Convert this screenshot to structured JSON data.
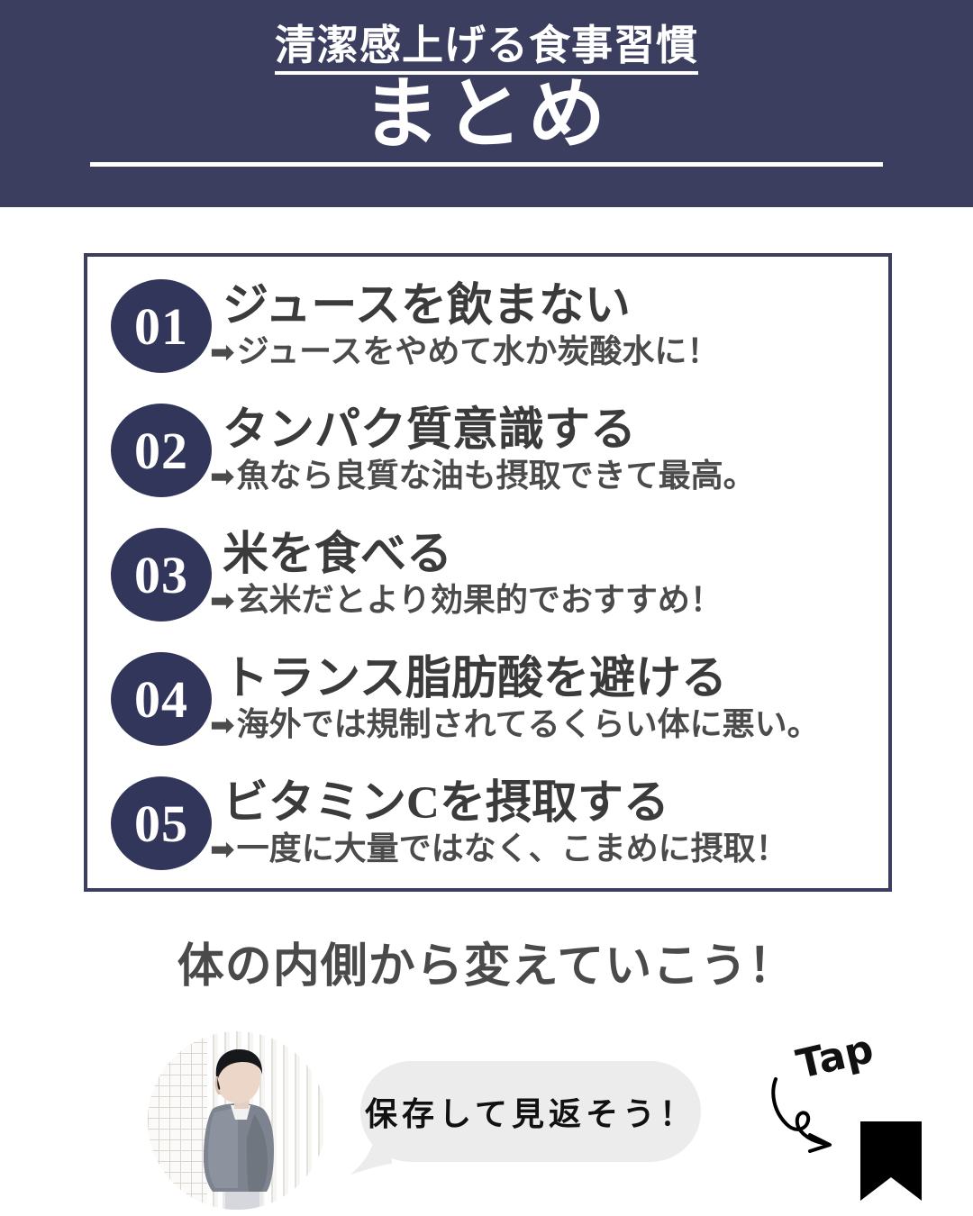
{
  "header": {
    "subtitle": "清潔感上げる食事習慣",
    "title": "まとめ",
    "background_color": "#3b3e5e",
    "text_color": "#ffffff"
  },
  "list": {
    "border_color": "#3b3e5e",
    "badge_color": "#32365a",
    "arrow_glyph": "➡",
    "items": [
      {
        "number": "01",
        "title": "ジュースを飲まない",
        "sub": "ジュースをやめて水か炭酸水に！"
      },
      {
        "number": "02",
        "title": "タンパク質意識する",
        "sub": "魚なら良質な油も摂取できて最高。"
      },
      {
        "number": "03",
        "title": "米を食べる",
        "sub": "玄米だとより効果的でおすすめ！"
      },
      {
        "number": "04",
        "title": "トランス脂肪酸を避ける",
        "sub": "海外では規制されてるくらい体に悪い。"
      },
      {
        "number": "05",
        "title": "ビタミンCを摂取する",
        "sub": "一度に大量ではなく、こまめに摂取！"
      }
    ]
  },
  "tagline": "体の内側から変えていこう！",
  "footer": {
    "avatar_alt": "横向きに立つグレーのセーターの男性",
    "bubble_text": "保存して見返そう！",
    "bubble_color": "#ececec",
    "tap_label": "Tap",
    "bookmark_icon": "bookmark-icon",
    "bookmark_color": "#000000"
  }
}
